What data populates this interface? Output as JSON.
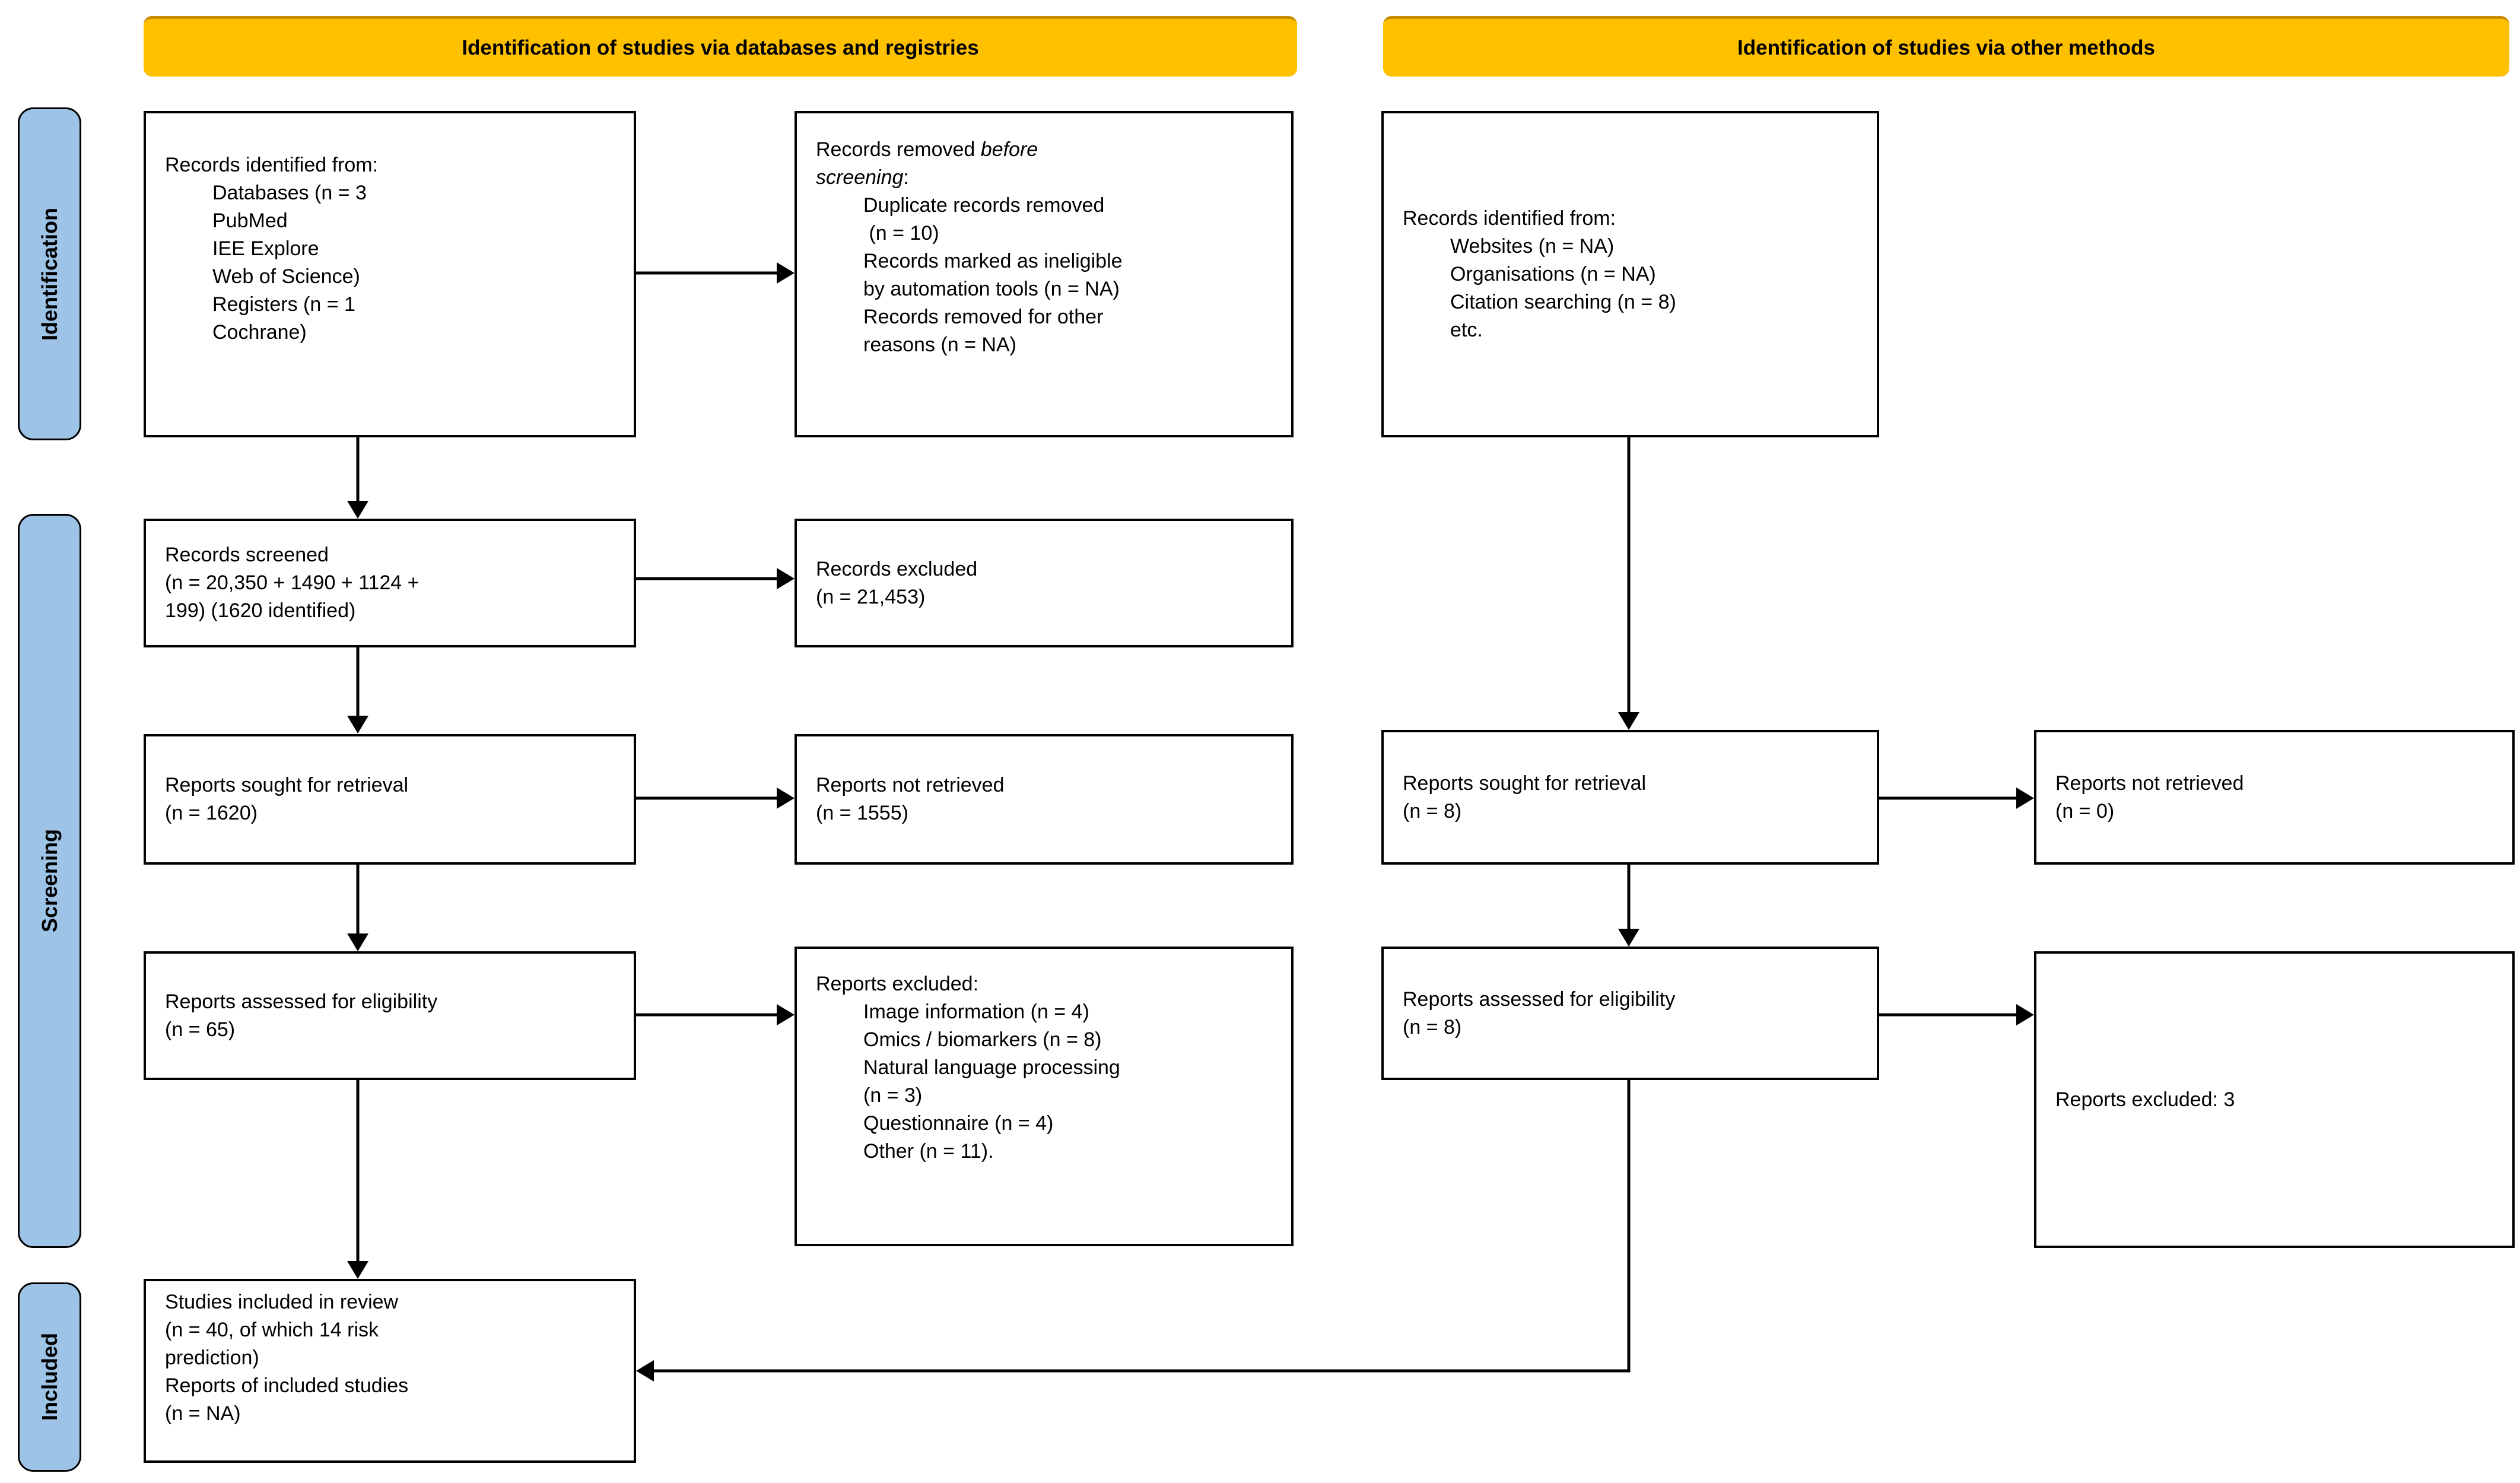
{
  "theme": {
    "header_bg": "#FFC000",
    "header_edge": "#C98C00",
    "header_text": "#000000",
    "sidebar_bg": "#9DC3E6",
    "box_bg": "#FFFFFF",
    "box_border": "#000000",
    "arrow_color": "#000000",
    "text_color": "#000000",
    "page_bg": "#FFFFFF"
  },
  "headers": {
    "databases": "Identification of studies via databases and registries",
    "other": "Identification of studies via other methods"
  },
  "sidebar": {
    "identification": "Identification",
    "screening": "Screening",
    "included": "Included"
  },
  "boxes": {
    "records_identified_db": {
      "lines": [
        "Records identified from:",
        "Databases (n = 3",
        "PubMed",
        "IEE Explore",
        "Web of Science)",
        "Registers (n = 1",
        "Cochrane)"
      ]
    },
    "records_removed": {
      "t1a": "Records removed ",
      "t1b_italic": "before",
      "t2a_italic": "screening",
      "t2b": ":",
      "items": [
        "Duplicate records removed",
        " (n = 10)",
        "Records marked as ineligible",
        "by automation tools (n = NA)",
        "Records removed for other",
        "reasons (n = NA)"
      ]
    },
    "records_identified_other": {
      "lines": [
        "Records identified from:",
        "Websites (n = NA)",
        "Organisations (n = NA)",
        "Citation searching (n = 8)",
        "etc."
      ]
    },
    "records_screened": {
      "lines": [
        "Records screened",
        "(n = 20,350 + 1490 + 1124 +",
        "199) (1620 identified)"
      ]
    },
    "records_excluded": {
      "lines": [
        "Records excluded",
        "(n = 21,453)"
      ]
    },
    "reports_sought_db": {
      "lines": [
        "Reports sought for retrieval",
        "(n = 1620)"
      ]
    },
    "reports_not_retrieved_db": {
      "lines": [
        "Reports not retrieved",
        "(n = 1555)"
      ]
    },
    "reports_assessed_db": {
      "lines": [
        "Reports assessed for eligibility",
        "(n = 65)"
      ]
    },
    "reports_excluded_db": {
      "title": "Reports excluded:",
      "items": [
        "Image information (n = 4)",
        "Omics / biomarkers (n = 8)",
        "Natural language processing",
        "(n = 3)",
        "Questionnaire (n = 4)",
        "Other (n = 11)."
      ]
    },
    "reports_sought_other": {
      "lines": [
        "Reports sought for retrieval",
        "(n = 8)"
      ]
    },
    "reports_not_retrieved_other": {
      "lines": [
        "Reports not retrieved",
        "(n = 0)"
      ]
    },
    "reports_assessed_other": {
      "lines": [
        "Reports assessed for eligibility",
        "(n = 8)"
      ]
    },
    "reports_excluded_other": {
      "lines": [
        "Reports excluded: 3"
      ]
    },
    "studies_included": {
      "lines": [
        "Studies included in review",
        "(n = 40, of which 14 risk",
        "prediction)",
        "Reports of included studies",
        "(n = NA)"
      ]
    }
  }
}
